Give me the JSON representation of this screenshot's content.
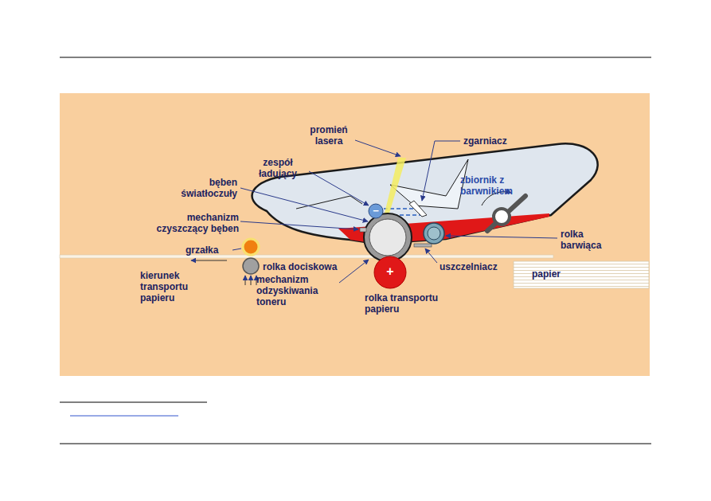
{
  "diagram": {
    "labels": [
      "promień lasera",
      "zgarniacz",
      "zespół ładujący",
      "bęben światłoczuły",
      "zbiornik z barwnikiem",
      "mechanizm czyszczący bęben",
      "rolka barwiąca",
      "grzałka",
      "rolka dociskowa",
      "uszczelniacz",
      "papier",
      "kierunek transportu papieru",
      "mechanizm odzyskiwania toneru",
      "rolka transportu papieru",
      "−",
      "+"
    ]
  }
}
